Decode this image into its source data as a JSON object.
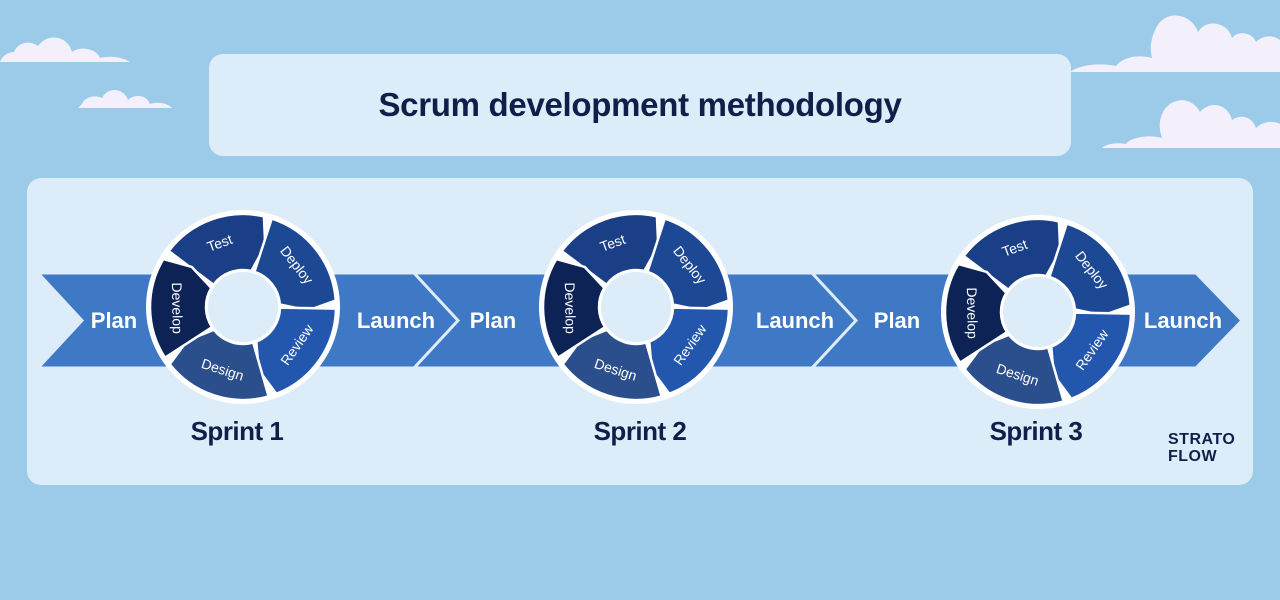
{
  "title": "Scrum development methodology",
  "sprints": [
    {
      "name": "Sprint 1",
      "plan": "Plan",
      "launch": "Launch",
      "phases": [
        "Test",
        "Deploy",
        "Review",
        "Design",
        "Develop"
      ]
    },
    {
      "name": "Sprint 2",
      "plan": "Plan",
      "launch": "Launch",
      "phases": [
        "Test",
        "Deploy",
        "Review",
        "Design",
        "Develop"
      ]
    },
    {
      "name": "Sprint 3",
      "plan": "Plan",
      "launch": "Launch",
      "phases": [
        "Test",
        "Deploy",
        "Review",
        "Design",
        "Develop"
      ]
    }
  ],
  "logo": {
    "line1": "STRATO",
    "line2": "FLOW"
  },
  "colors": {
    "background": "#9ccbea",
    "panel": "#dcedf9",
    "arrow": "#3f79c6",
    "title_text": "#0f1f4a",
    "segment_test": "#1b3f86",
    "segment_deploy": "#1c4894",
    "segment_review": "#2357ad",
    "segment_design": "#2b4f8c",
    "segment_develop": "#0d2356"
  }
}
